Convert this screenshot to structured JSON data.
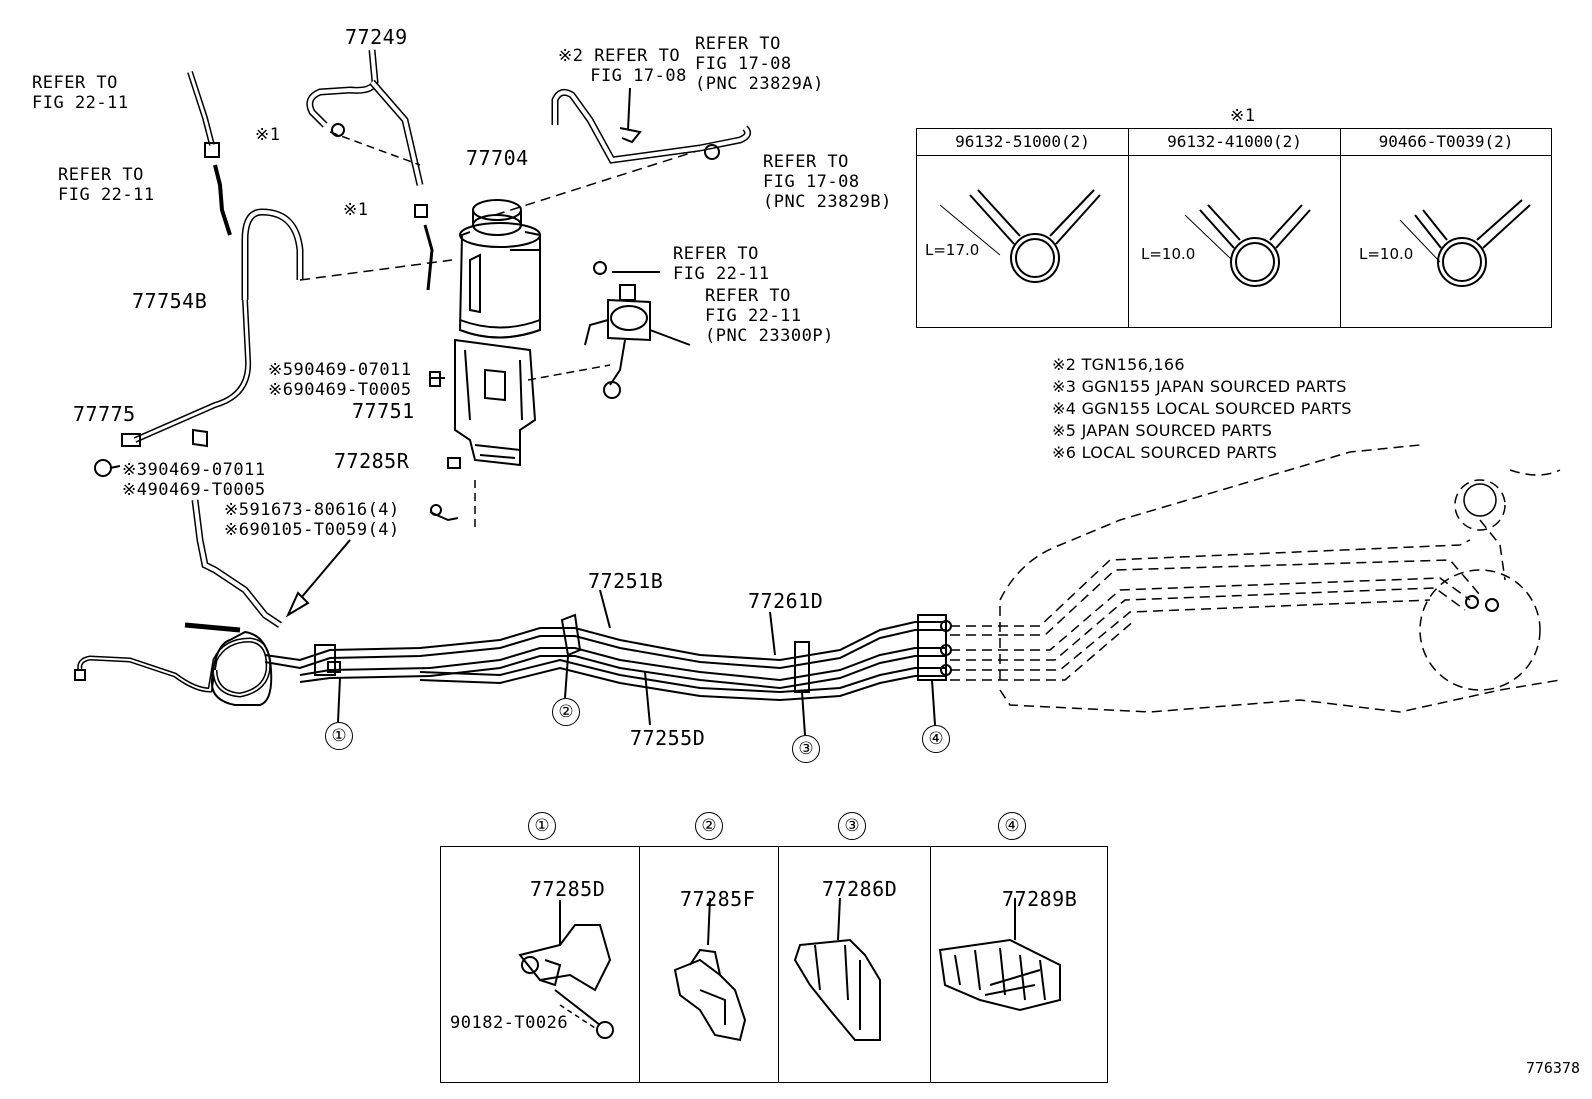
{
  "labels": {
    "p77249": "77249",
    "p77704": "77704",
    "p77754b": "77754B",
    "p77775": "77775",
    "p77751": "77751",
    "p77285r": "77285R",
    "p77251b": "77251B",
    "p77261d": "77261D",
    "p77255d": "77255D",
    "ref_fig22_top": "REFER TO\nFIG 22-11",
    "ref_fig22_mid": "REFER TO\nFIG 22-11",
    "ref_fig17_a": "※2 REFER TO\n   FIG 17-08",
    "ref_fig17_b": "REFER TO\nFIG 17-08\n(PNC 23829A)",
    "ref_fig17_c": "REFER TO\nFIG 17-08\n(PNC 23829B)",
    "ref_fig22_right1": "REFER TO\nFIG 22-11",
    "ref_fig22_right2": "REFER TO\nFIG 22-11\n(PNC 23300P)",
    "note1_a": "※1",
    "note1_b": "※1",
    "bolt_a": "※590469-07011\n※690469-T0005",
    "bolt_b": "※390469-07011\n※490469-T0005",
    "bolt_c": "※591673-80616(4)\n※690105-T0059(4)"
  },
  "notes": [
    "※2 TGN156,166",
    "※3 GGN155 JAPAN SOURCED PARTS",
    "※4 GGN155 LOCAL SOURCED PARTS",
    "※5 JAPAN SOURCED PARTS",
    "※6 LOCAL SOURCED PARTS"
  ],
  "clip_table": {
    "marker": "※1",
    "columns": [
      {
        "part": "96132-51000(2)",
        "length": "L=17.0"
      },
      {
        "part": "96132-41000(2)",
        "length": "L=10.0"
      },
      {
        "part": "90466-T0039(2)",
        "length": "L=10.0"
      }
    ]
  },
  "callouts": [
    "①",
    "②",
    "③",
    "④"
  ],
  "detail_table": {
    "headers": [
      "①",
      "②",
      "③",
      "④"
    ],
    "parts": [
      "77285D",
      "77285F",
      "77286D",
      "77289B"
    ],
    "extra_part": "90182-T0026"
  },
  "figure_number": "776378"
}
